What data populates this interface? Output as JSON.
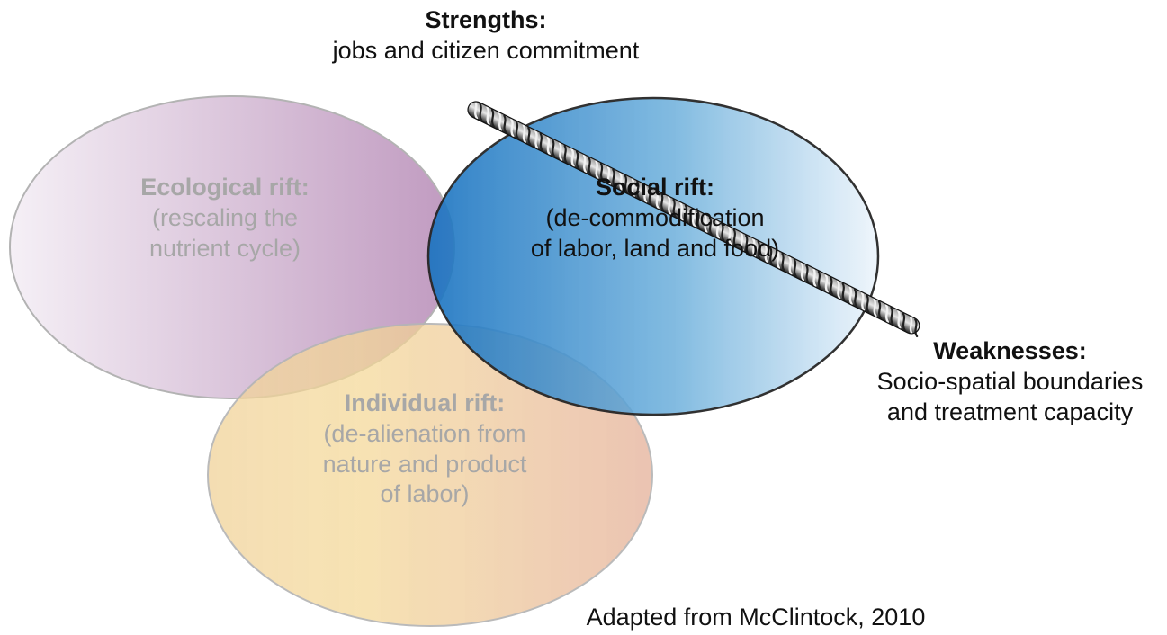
{
  "strengths": {
    "title": "Strengths:",
    "text": "jobs and citizen commitment"
  },
  "weaknesses": {
    "title": "Weaknesses:",
    "line1": "Socio-spatial boundaries",
    "line2": "and treatment capacity"
  },
  "circles": {
    "ecological": {
      "title": "Ecological rift:",
      "line1": "(rescaling the",
      "line2": "nutrient cycle)"
    },
    "social": {
      "title": "Social rift:",
      "line1": "(de-commodification",
      "line2": "of labor, land and food)"
    },
    "individual": {
      "title": "Individual rift:",
      "line1": "(de-alienation from",
      "line2": "nature and product",
      "line3": "of labor)"
    }
  },
  "source": "Adapted from McClintock, 2010",
  "colors": {
    "ecological": "#c8a4c9",
    "social": "#1f78c4",
    "individual": "#f2c88f",
    "rope": "#3a3a3a"
  },
  "icons": {
    "rope": "twisted-rope-icon"
  }
}
